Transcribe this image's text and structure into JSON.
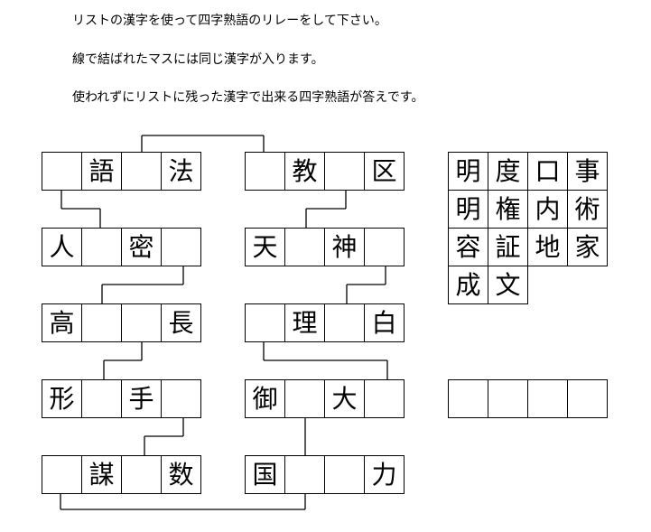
{
  "instructions": [
    "リストの漢字を使って四字熟語のリレーをして下さい。",
    "線で結ばれたマスには同じ漢字が入ります。",
    "使われずにリストに残った漢字で出来る四字熟語が答えです。"
  ],
  "left_column": [
    [
      "",
      "語",
      "",
      "法"
    ],
    [
      "人",
      "",
      "密",
      ""
    ],
    [
      "高",
      "",
      "",
      "長"
    ],
    [
      "形",
      "",
      "手",
      ""
    ],
    [
      "",
      "謀",
      "",
      "数"
    ]
  ],
  "right_column": [
    [
      "",
      "教",
      "",
      "区"
    ],
    [
      "天",
      "",
      "神",
      ""
    ],
    [
      "",
      "理",
      "",
      "白"
    ],
    [
      "御",
      "",
      "大",
      ""
    ],
    [
      "国",
      "",
      "",
      "力"
    ]
  ],
  "kanji_list": [
    "明",
    "度",
    "口",
    "事",
    "明",
    "権",
    "内",
    "術",
    "容",
    "証",
    "地",
    "家",
    "成",
    "文"
  ],
  "answer_cells": [
    "",
    "",
    "",
    ""
  ]
}
